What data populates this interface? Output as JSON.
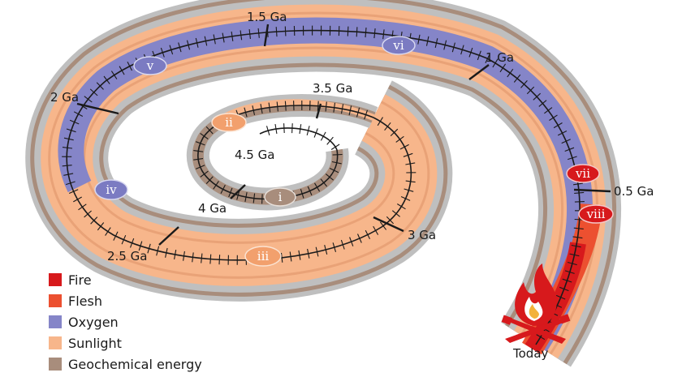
{
  "colors": {
    "fire": "#d7191c",
    "flesh": "#ec5030",
    "oxygen": "#8585c8",
    "sunlight": "#f7b68b",
    "geochemical": "#a88d7c",
    "rim": "#bfbfbf",
    "timeline": "#1a1a1a"
  },
  "timeline_labels": {
    "ga_4_5": "4.5 Ga",
    "ga_4": "4 Ga",
    "ga_3_5": "3.5 Ga",
    "ga_3": "3 Ga",
    "ga_2_5": "2.5 Ga",
    "ga_2": "2 Ga",
    "ga_1_5": "1.5 Ga",
    "ga_1": "1 Ga",
    "ga_0_5": "0.5 Ga",
    "today": "Today"
  },
  "markers": {
    "i": "i",
    "ii": "ii",
    "iii": "iii",
    "iv": "iv",
    "v": "v",
    "vi": "vi",
    "vii": "vii",
    "viii": "viii"
  },
  "legend": [
    {
      "label": "Fire",
      "color": "#d7191c",
      "icon": "red-square"
    },
    {
      "label": "Flesh",
      "color": "#ec5030",
      "icon": "orange-red-square"
    },
    {
      "label": "Oxygen",
      "color": "#8585c8",
      "icon": "purple-square"
    },
    {
      "label": "Sunlight",
      "color": "#f7b68b",
      "icon": "peach-square"
    },
    {
      "label": "Geochemical energy",
      "color": "#a88d7c",
      "icon": "brown-square"
    }
  ],
  "campfire_icon": "campfire-icon"
}
